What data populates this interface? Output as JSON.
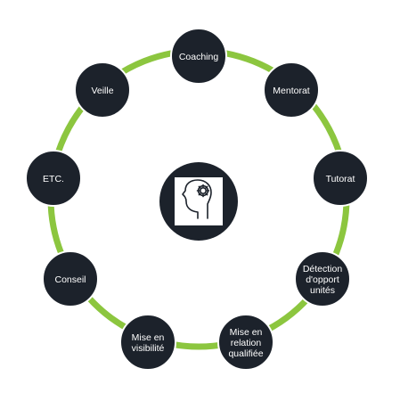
{
  "center": {
    "icon": "head-with-gear-icon"
  },
  "nodes": [
    {
      "id": "coaching",
      "lines": [
        "Coaching"
      ]
    },
    {
      "id": "mentorat",
      "lines": [
        "Mentorat"
      ]
    },
    {
      "id": "tutorat",
      "lines": [
        "Tutorat"
      ]
    },
    {
      "id": "detection",
      "lines": [
        "Détection",
        "d'opport",
        "unités"
      ]
    },
    {
      "id": "relation",
      "lines": [
        "Mise en",
        "relation",
        "qualifiée"
      ]
    },
    {
      "id": "visibilite",
      "lines": [
        "Mise en",
        "visibilité"
      ]
    },
    {
      "id": "conseil",
      "lines": [
        "Conseil"
      ]
    },
    {
      "id": "etc",
      "lines": [
        "ETC."
      ]
    },
    {
      "id": "veille",
      "lines": [
        "Veille"
      ]
    }
  ],
  "colors": {
    "ring": "#8cc63f",
    "node_fill": "#1c222b",
    "node_stroke": "#ffffff",
    "label": "#ffffff",
    "icon_bg": "#ffffff",
    "icon_stroke": "#1c222b"
  }
}
